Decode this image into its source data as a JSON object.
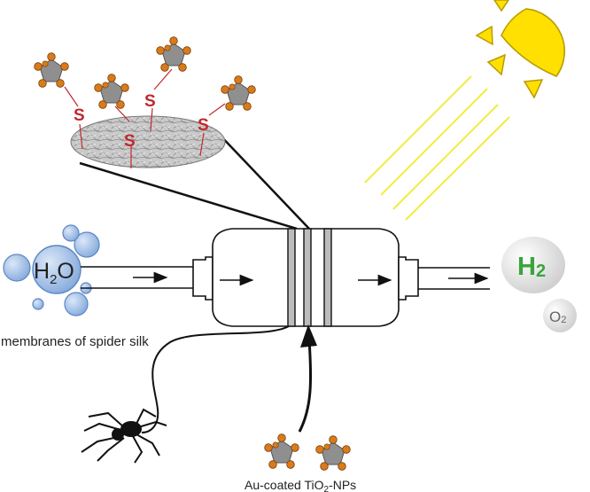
{
  "labels": {
    "water_h": "H",
    "water_sub": "2",
    "water_o": "O",
    "hydrogen_h": "H",
    "hydrogen_sub": "2",
    "oxygen_o": "O",
    "oxygen_sub": "2",
    "membranes": "membranes of spider silk",
    "nanoparticles_pre": "Au-coated TiO",
    "nanoparticles_sub": "2",
    "nanoparticles_post": "-NPs",
    "sulfur": "S"
  },
  "colors": {
    "sun": "#ffe000",
    "sun_outline": "#b89a00",
    "light_rays": "#f2ec40",
    "water_bubble": "#a9c4e8",
    "water_outline": "#5b86c2",
    "hydrogen_text": "#3aa43a",
    "gas_bubble": "#e3e3e3",
    "membrane_fill": "#bcbcbc",
    "np_core": "#8f8f8f",
    "np_gold": "#d97b1c",
    "sulfur": "#c0282f",
    "line": "#111111"
  },
  "icons": [
    "sun-icon",
    "spider-icon",
    "nanoparticle-icon",
    "silk-membrane-icon"
  ]
}
